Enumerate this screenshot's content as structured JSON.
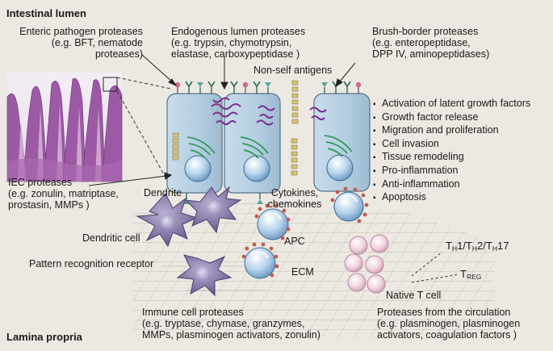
{
  "regions": {
    "top": "Intestinal lumen",
    "bottom": "Lamina propria"
  },
  "protease_groups": {
    "enteric": {
      "title": "Enteric pathogen proteases",
      "examples": [
        "(e.g. BFT, nematode",
        "proteases)"
      ]
    },
    "endogenous": {
      "title": "Endogenous lumen proteases",
      "examples": [
        "(e.g. trypsin, chymotrypsin,",
        "elastase, carboxypeptidase )"
      ]
    },
    "brush_border": {
      "title": "Brush-border proteases",
      "examples": [
        "(e.g. enteropeptidase,",
        "DPP IV, aminopeptidases)"
      ]
    },
    "iec": {
      "title": "IEC proteases",
      "examples": [
        "(e.g. zonulin, matriptase,",
        "prostasin, MMPs )"
      ]
    },
    "immune": {
      "title": "Immune cell proteases",
      "examples": [
        "(e.g. tryptase, chymase, granzymes,",
        "MMPs, plasminogen activators, zonulin)"
      ]
    },
    "circulation": {
      "title": "Proteases from the circulation",
      "examples": [
        "(e.g. plasminogen, plasminogen",
        "activators, coagulation factors )"
      ]
    }
  },
  "labels": {
    "non_self_antigens": "Non-self antigens",
    "dendrite": "Dendrite",
    "cytokines": [
      "Cytokines,",
      "chemokines"
    ],
    "dendritic_cell": "Dendritic cell",
    "apc": "APC",
    "prr": "Pattern recognition receptor",
    "ecm": "ECM",
    "native_t_cell": "Native T cell"
  },
  "t_cell_subsets": {
    "th": {
      "t1": "T",
      "s1": "H",
      "m1": "1/T",
      "s2": "H",
      "m2": "2/T",
      "s3": "H",
      "m3": "17"
    },
    "treg": {
      "base": "T",
      "sub": "REG"
    }
  },
  "functions": [
    "Activation of latent growth factors",
    "Growth factor release",
    "Migration and proliferation",
    "Cell invasion",
    "Tissue remodeling",
    "Pro-inflammation",
    "Anti-inflammation",
    "Apoptosis"
  ],
  "colors": {
    "epithelium": "#b7cfe0",
    "nucleus": "#9cc3e2",
    "dendritic_cell": "#8577a6",
    "t_cell": "#f0d2de",
    "protease_dot": "#c5584e",
    "tight_junction": "#7a2c8c",
    "antigen": "#d4c27a",
    "golgi": "#2f9a5a"
  }
}
